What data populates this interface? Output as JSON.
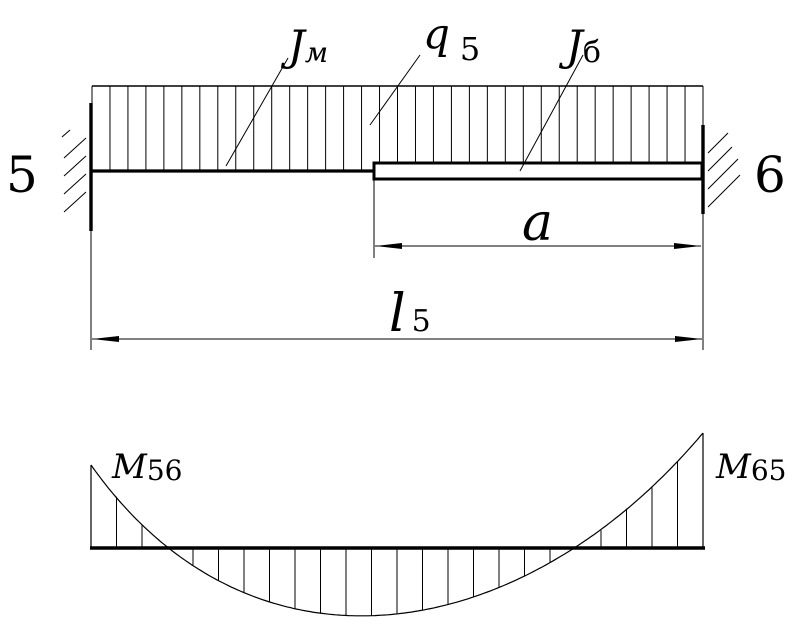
{
  "labels": {
    "support_left": "5",
    "support_right": "6",
    "inertia_small": {
      "main": "J",
      "sub": "м"
    },
    "load": {
      "main": "q",
      "sub": "5"
    },
    "inertia_large": {
      "main": "J",
      "sub": "б"
    },
    "segment_length": "a",
    "span_length": {
      "main": "l",
      "sub": "5"
    },
    "moment_left": {
      "main": "M",
      "sub": "56"
    },
    "moment_right": {
      "main": "M",
      "sub": "65"
    }
  },
  "colors": {
    "stroke": "#000000",
    "background": "#ffffff"
  },
  "icons": {
    "left_support": "fixed-support-hatching-icon",
    "right_support": "fixed-support-hatching-icon",
    "dimension_arrows": "dimension-arrow-icon"
  }
}
